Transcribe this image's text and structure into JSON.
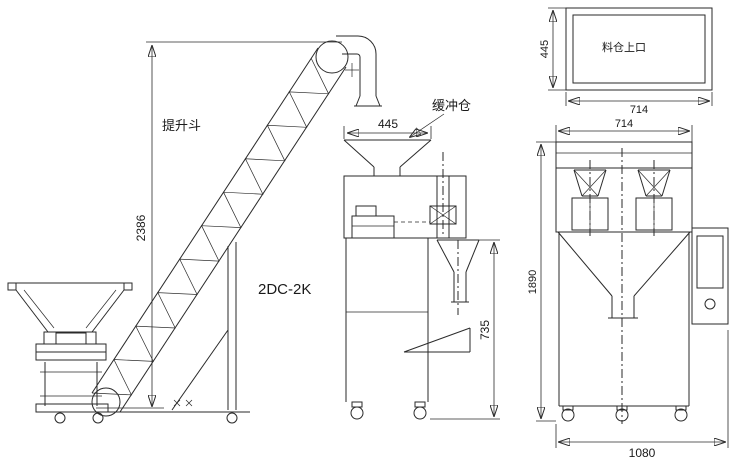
{
  "drawing": {
    "labels": {
      "lift_bucket": "提升斗",
      "buffer_bin": "缓冲仓",
      "model": "2DC-2K",
      "silo_top_opening": "料仓上口"
    },
    "dims": {
      "elevator_height": "2386",
      "buffer_top_width": "445",
      "discharge_height": "735",
      "silo_top_depth": "445",
      "silo_top_width": "714",
      "machine_width": "714",
      "machine_height": "1890",
      "base_width": "1080"
    },
    "colors": {
      "line": "#2a2a2a",
      "center_line": "#d03030",
      "detail_green": "#2f9e44"
    }
  }
}
